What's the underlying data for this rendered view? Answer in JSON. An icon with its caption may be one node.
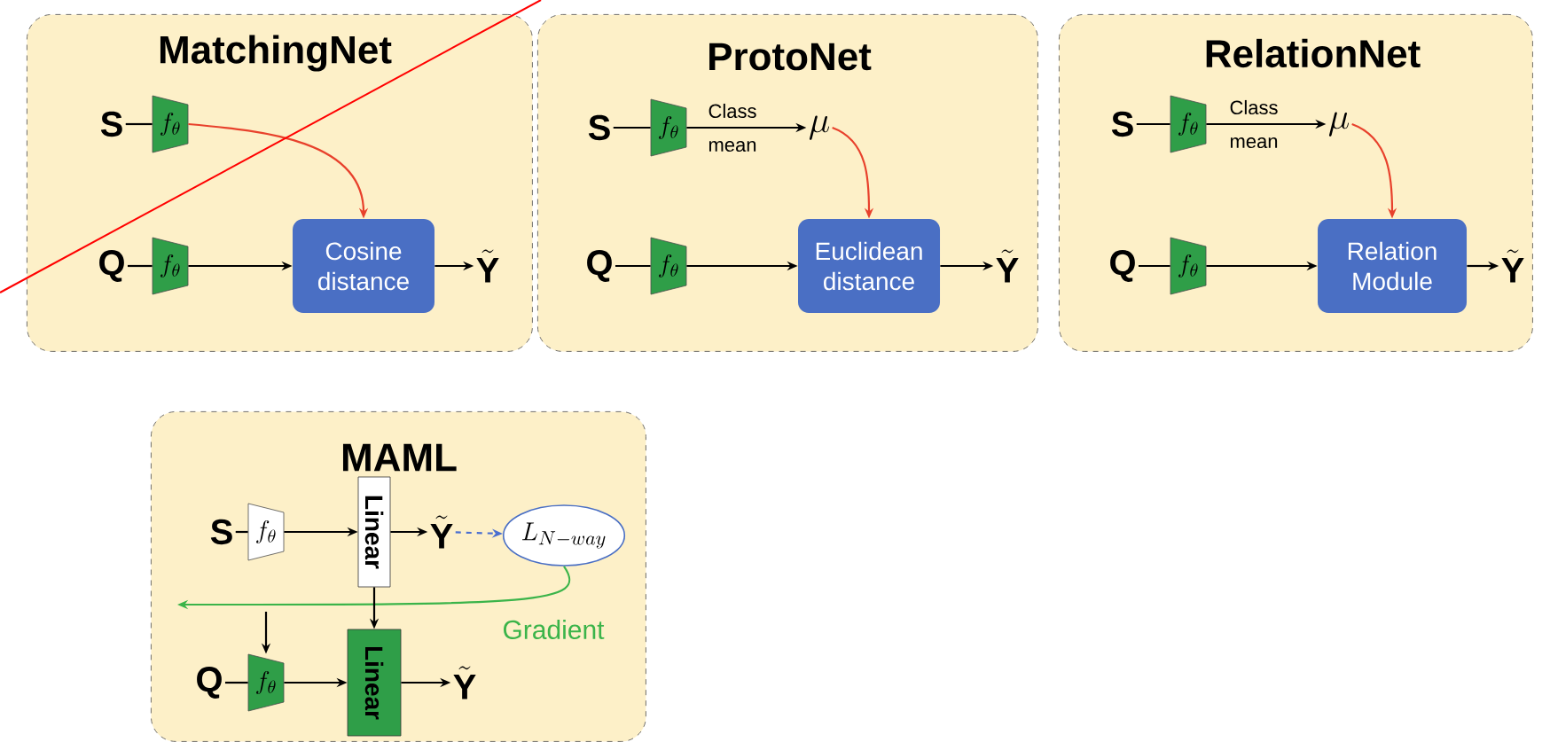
{
  "diagram": {
    "nodes": [
      {
        "text": [
          "MatchingNet"
        ]
      },
      {
        "text": [
          "\\mathbf{S}"
        ],
        "in": 0
      },
      {
        "text": [
          "f_\\theta"
        ],
        "in": 0
      },
      {
        "text": [
          "\\mathbf{Q}"
        ],
        "in": 0
      },
      {
        "text": [
          "f_\\theta"
        ],
        "in": 0
      },
      {
        "text": [
          "Cosine distance"
        ],
        "in": 0
      },
      {
        "text": [
          "\\tilde{\\mathbf{Y}}"
        ],
        "in": 0
      },
      {
        "text": [
          "ProtoNet"
        ]
      },
      {
        "text": [
          "\\mathbf{S}"
        ],
        "in": 7
      },
      {
        "text": [
          "f_\\theta"
        ],
        "in": 7
      },
      {
        "text": [
          "\\mu"
        ],
        "in": 7
      },
      {
        "text": [
          "\\mathbf{Q}"
        ],
        "in": 7
      },
      {
        "text": [
          "f_\\theta"
        ],
        "in": 7
      },
      {
        "text": [
          "Euclidean distance"
        ],
        "in": 7
      },
      {
        "text": [
          "\\tilde{\\mathbf{Y}}"
        ],
        "in": 7
      },
      {
        "text": [
          "RelationNet"
        ]
      },
      {
        "text": [
          "\\mathbf{S}"
        ],
        "in": 15
      },
      {
        "text": [
          "f_\\theta"
        ],
        "in": 15
      },
      {
        "text": [
          "\\mu"
        ],
        "in": 15
      },
      {
        "text": [
          "\\mathbf{Q}"
        ],
        "in": 15
      },
      {
        "text": [
          "f_\\theta"
        ],
        "in": 15
      },
      {
        "text": [
          "Relation Module"
        ],
        "in": 15
      },
      {
        "text": [
          "\\tilde{\\mathbf{Y}}"
        ],
        "in": 15
      },
      {
        "text": [
          "MAML"
        ]
      },
      {
        "text": [
          "\\mathbf{S}"
        ],
        "in": 23
      },
      {
        "text": [
          "f_\\theta"
        ],
        "in": 23
      },
      {
        "text": [
          "Linear"
        ],
        "in": 23
      },
      {
        "text": [
          "\\tilde{\\mathbf{Y}}"
        ],
        "in": 23
      },
      {
        "text": [
          "L_{N-way}"
        ],
        "in": 23
      },
      {
        "text": [
          "\\mathbf{Q}"
        ],
        "in": 23
      },
      {
        "text": [
          "f_\\theta"
        ],
        "in": 23
      },
      {
        "text": [
          "Linear"
        ],
        "in": 23
      },
      {
        "text": [
          "\\tilde{\\mathbf{Y}}"
        ],
        "in": 23
      }
    ],
    "edges": [
      {
        "from": 1,
        "to": 2,
        "arrow": "none"
      },
      {
        "from": 2,
        "to": 5,
        "arrow": "to",
        "color": "#e8412c"
      },
      {
        "from": 3,
        "to": 4,
        "arrow": "none"
      },
      {
        "from": 4,
        "to": 5,
        "arrow": "to"
      },
      {
        "from": 5,
        "to": 6,
        "arrow": "to"
      },
      {
        "from": 8,
        "to": 9,
        "arrow": "none"
      },
      {
        "from": 9,
        "to": 10,
        "arrow": "to",
        "label": "Class mean"
      },
      {
        "from": 10,
        "to": 13,
        "arrow": "to",
        "color": "#e8412c"
      },
      {
        "from": 11,
        "to": 12,
        "arrow": "none"
      },
      {
        "from": 12,
        "to": 13,
        "arrow": "to"
      },
      {
        "from": 13,
        "to": 14,
        "arrow": "to"
      },
      {
        "from": 16,
        "to": 17,
        "arrow": "none"
      },
      {
        "from": 17,
        "to": 18,
        "arrow": "to",
        "label": "Class mean"
      },
      {
        "from": 18,
        "to": 21,
        "arrow": "to",
        "color": "#e8412c"
      },
      {
        "from": 19,
        "to": 20,
        "arrow": "none"
      },
      {
        "from": 20,
        "to": 21,
        "arrow": "to"
      },
      {
        "from": 21,
        "to": 22,
        "arrow": "to"
      },
      {
        "from": 24,
        "to": 25,
        "arrow": "none"
      },
      {
        "from": 25,
        "to": 26,
        "arrow": "to"
      },
      {
        "from": 26,
        "to": 27,
        "arrow": "to"
      },
      {
        "from": 27,
        "to": 28,
        "arrow": "to",
        "style": "dashed",
        "color": "#4a6fd0"
      },
      {
        "from": 28,
        "to": null,
        "arrow": "to",
        "color": "#3bb44a",
        "label": "Gradient"
      },
      {
        "from": null,
        "to": 30,
        "arrow": "to"
      },
      {
        "from": 26,
        "to": 31,
        "arrow": "to"
      },
      {
        "from": 29,
        "to": 30,
        "arrow": "none"
      },
      {
        "from": 30,
        "to": 31,
        "arrow": "to"
      },
      {
        "from": 31,
        "to": 32,
        "arrow": "to"
      }
    ]
  }
}
